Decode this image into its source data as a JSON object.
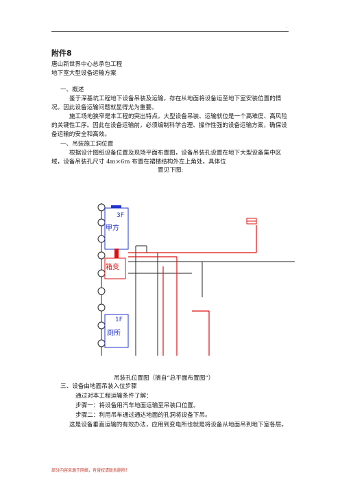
{
  "header": {
    "mark": "."
  },
  "attachment_label": "附件8",
  "doc_title": {
    "line1": "唐山新世界中心总承包工程",
    "line2": "地下室大型设备运输方案"
  },
  "sections": {
    "s1_heading": "一、概述",
    "s1_p1": "鉴于深基坑工程地下设备吊装及运输，存在从地面将设备运至地下室安装位置的情况。因此设备运输问题就显得尤为重要。",
    "s1_p2": "施工场地狭窄是本工程的突出特点。大型设备吊装、运输就位是一个高难度、高风险的关键性工序。因此在设备运输前，必须编制科学合理、操作性强的设备运输方案，确保设备运输的安全和高效。",
    "s2_heading": "一、吊装施工洞位置",
    "s2_p1": "根据设计图纸设备位置及现场平面布置图，设备吊装孔设置在地下大型设备集中区域，设备吊装孔尺寸 4m×6m 布置在裙楼结构外左上角处。具体位",
    "s2_p1_end": "置见下图:",
    "s3_heading": "三、设备由地面吊装入位步骤",
    "s3_p1": "通过对本工程运输条件了解：",
    "s3_step1": "步骤一：将设备用汽车地面运输至吊装口位置。",
    "s3_step2": "步骤二：利用吊车通过通达地面的孔洞将设备下吊。",
    "s3_p2": "这是设备垂直运输的有效办法，应用到变电所也就是将设备从地面吊到地下室各层。"
  },
  "diagram": {
    "label_3f": "3F",
    "label_jiafang": "甲方",
    "label_jingbian": "箱变",
    "label_1f": "1F",
    "label_cesuo": "厕所",
    "color_blue": "#2233cc",
    "color_red": "#dd1111"
  },
  "caption": "吊装孔位置图（摘自“总平面布置图“）",
  "footer": "部分内容来源于网络，有侵权请联系删除！"
}
